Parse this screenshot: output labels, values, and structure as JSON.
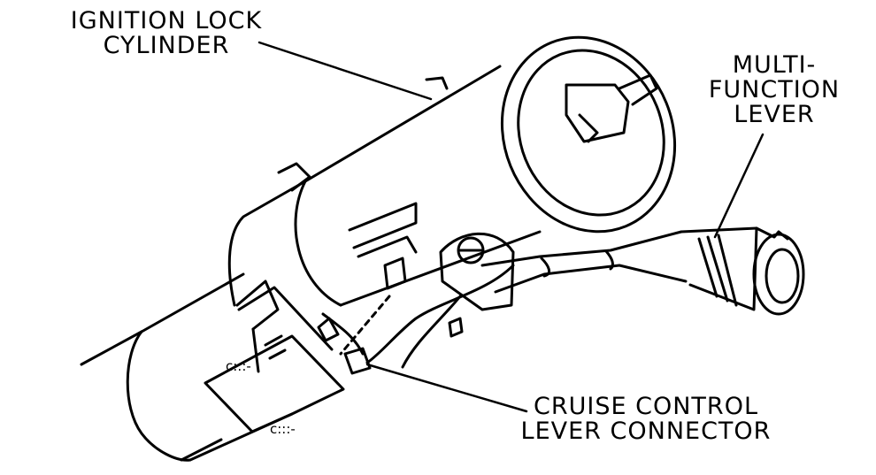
{
  "labels": {
    "ignition": [
      "IGNITION LOCK",
      "CYLINDER"
    ],
    "multifunction": [
      "MULTI-",
      "FUNCTION",
      "LEVER"
    ],
    "cruise": [
      "CRUISE CONTROL",
      "LEVER CONNECTOR"
    ]
  },
  "colors": {
    "ink": "#000000",
    "paper": "#ffffff"
  }
}
